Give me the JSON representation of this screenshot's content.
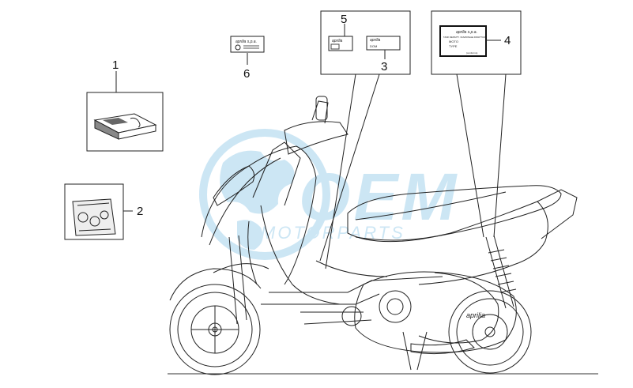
{
  "callouts": [
    {
      "id": "1",
      "label": "1"
    },
    {
      "id": "2",
      "label": "2"
    },
    {
      "id": "3",
      "label": "3"
    },
    {
      "id": "4",
      "label": "4"
    },
    {
      "id": "5",
      "label": "5"
    },
    {
      "id": "6",
      "label": "6"
    }
  ],
  "labels": {
    "plate6_brand": "aprilia s.p.a.",
    "plate5_brand": "aprilia",
    "plate3_brand": "aprilia",
    "plate3_sub": "DOM",
    "plate4_brand": "aprilia s.p.a.",
    "plate4_line2": "TANK DENSITY / RAZIONALE DIDATTICA",
    "plate4_line3": "MOTO",
    "plate4_line4": "TYPE",
    "plate4_footer": "(conforms)",
    "engine_cover_brand": "aprilia"
  },
  "watermark": {
    "logo_text": "OEM",
    "sub_text": "MOTORPARTS",
    "color": "#1b8fd0"
  },
  "colors": {
    "line": "#222222",
    "watermark": "#1b8fd0"
  }
}
